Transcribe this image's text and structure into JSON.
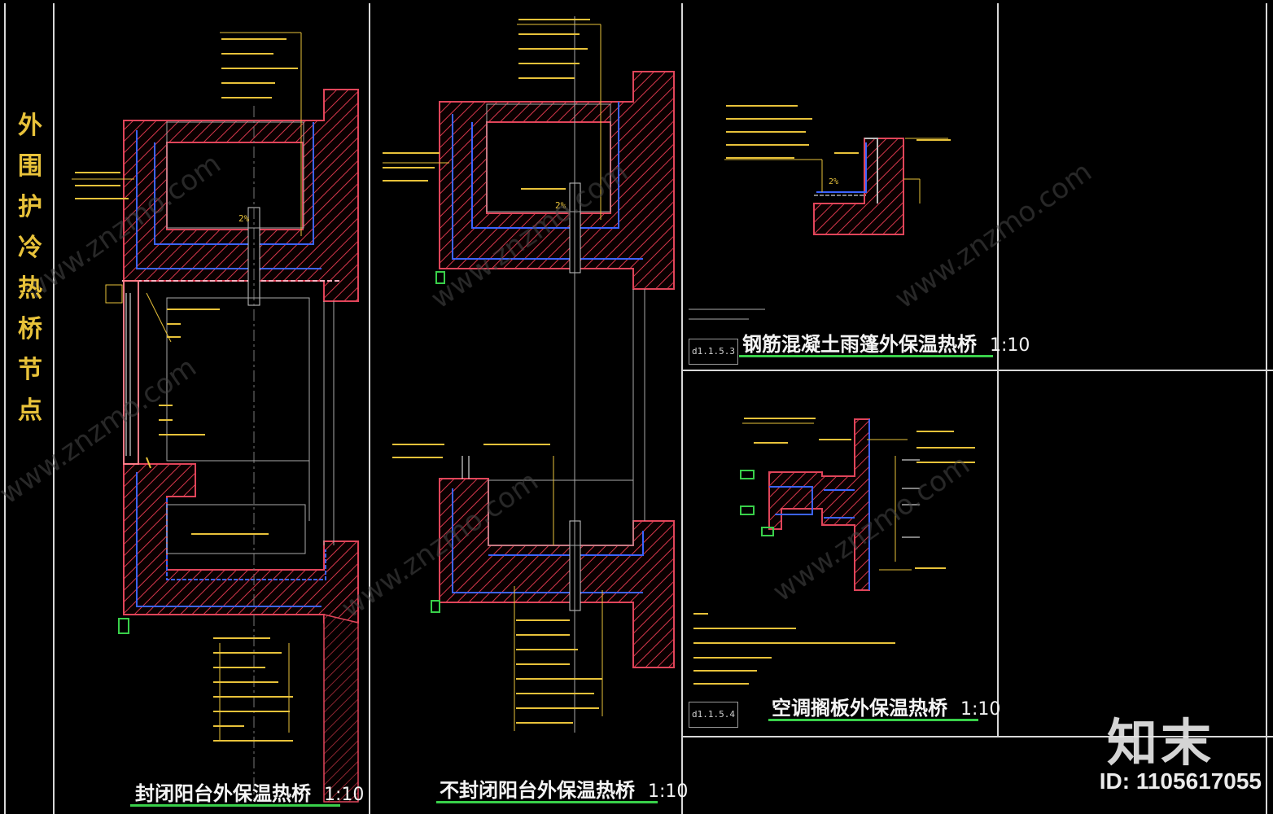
{
  "vertical_title": [
    "外围",
    "护冷",
    "热桥",
    "节点"
  ],
  "details": {
    "closed_balcony": {
      "title": "封闭阳台外保温热桥",
      "scale": "1:10"
    },
    "open_balcony": {
      "title": "不封闭阳台外保温热桥",
      "scale": "1:10"
    },
    "canopy": {
      "title": "钢筋混凝土雨篷外保温热桥",
      "scale": "1:10"
    },
    "ac_board": {
      "title": "空调搁板外保温热桥",
      "scale": "1:10"
    }
  },
  "refs": {
    "canopy_ref": "d1.1.5.3",
    "ac_ref": "d1.1.5.4"
  },
  "slopes": {
    "closed_top": "2%",
    "open_top": "2%",
    "canopy": "2%"
  },
  "watermark": {
    "brand": "知末",
    "id": "ID: 1105617055"
  },
  "colors": {
    "background": "#000000",
    "hatch": "#e0455a",
    "insulation": "#3b63ff",
    "annotation": "#e8c23a",
    "title_underline": "#39d04a",
    "frame": "#d8d8d8"
  }
}
